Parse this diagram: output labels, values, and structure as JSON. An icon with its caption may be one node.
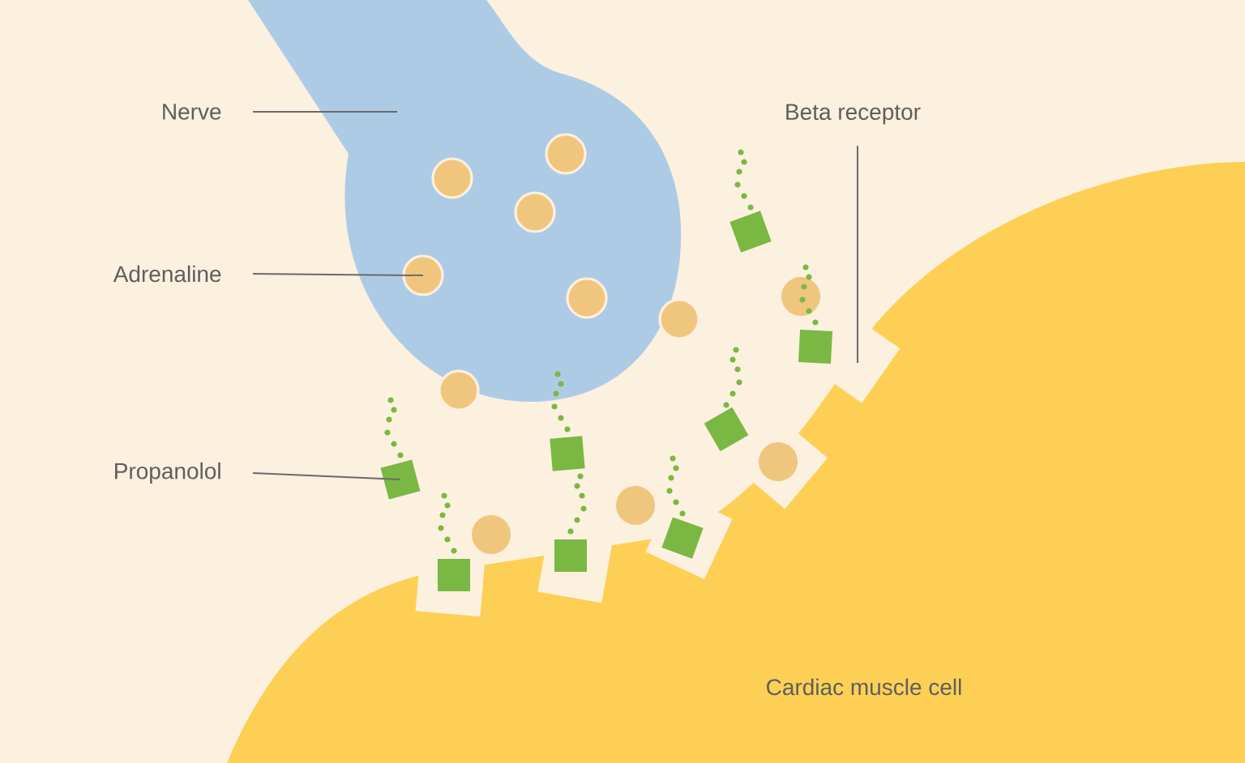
{
  "diagram": {
    "nodes": [
      {
        "text": [
          "Nerve"
        ]
      },
      {
        "text": [],
        "shape": "picture"
      },
      {
        "text": [],
        "shape": "circle",
        "in": 1
      },
      {
        "text": [],
        "shape": "circle",
        "in": 1
      },
      {
        "text": [],
        "shape": "circle",
        "in": 1
      },
      {
        "text": [
          "Adrenaline"
        ]
      },
      {
        "text": [],
        "shape": "circle",
        "in": 1
      },
      {
        "text": [],
        "shape": "circle",
        "in": 1
      },
      {
        "text": [],
        "shape": "circle"
      },
      {
        "text": [],
        "shape": "circle"
      },
      {
        "text": [
          "Propanolol"
        ]
      },
      {
        "text": [],
        "shape": "box"
      },
      {
        "text": [
          "Beta receptor"
        ]
      },
      {
        "text": [],
        "shape": "box"
      },
      {
        "text": [],
        "shape": "circle"
      },
      {
        "text": [],
        "shape": "box"
      },
      {
        "text": [],
        "shape": "box"
      },
      {
        "text": [],
        "shape": "box"
      },
      {
        "text": [],
        "shape": "circle"
      },
      {
        "text": [],
        "shape": "circle"
      },
      {
        "text": [],
        "shape": "box"
      },
      {
        "text": [],
        "shape": "box"
      },
      {
        "text": [],
        "shape": "circle"
      },
      {
        "text": [],
        "shape": "box"
      }
    ],
    "edges": [
      {
        "from": 0,
        "to": 1,
        "arrow": "none"
      },
      {
        "from": 5,
        "to": 6,
        "arrow": "none"
      },
      {
        "from": 10,
        "to": 11,
        "arrow": "none"
      },
      {
        "from": 12,
        "to": null,
        "arrow": "none"
      }
    ],
    "labels": [
      "Cardiac muscle cell"
    ]
  }
}
